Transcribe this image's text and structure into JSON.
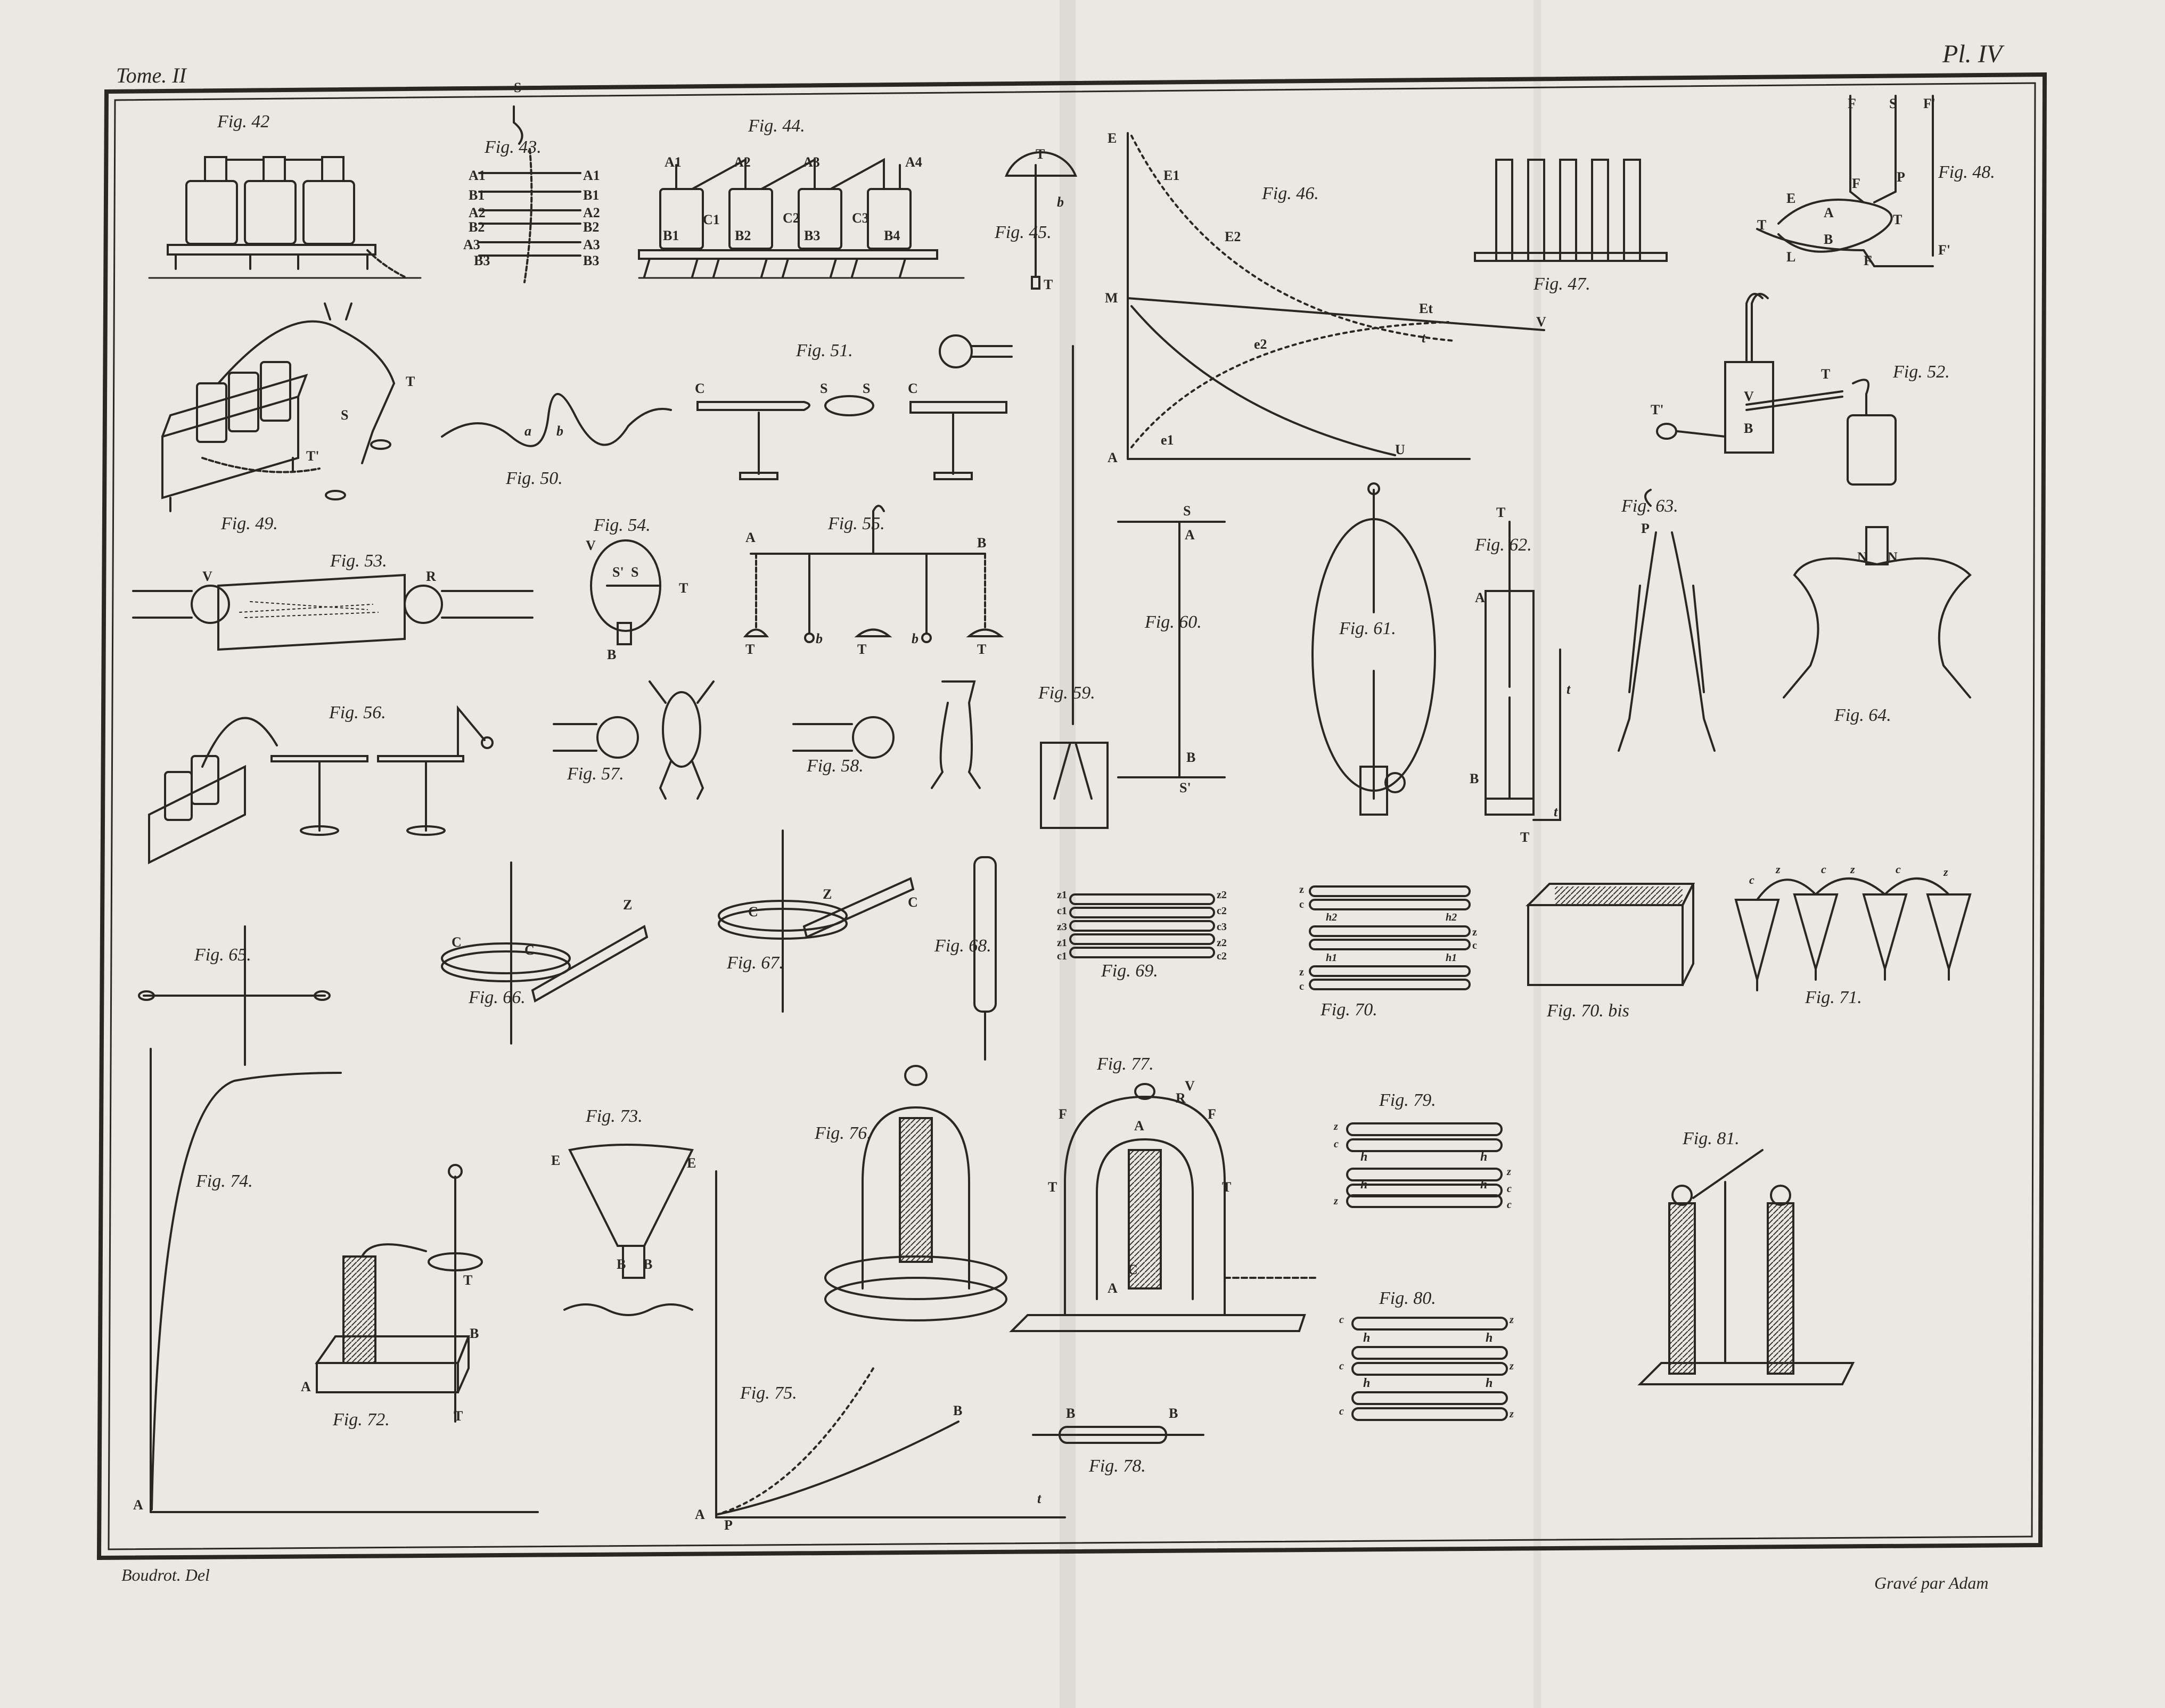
{
  "header": {
    "volume": "Tome. II",
    "plate": "Pl. IV"
  },
  "footer": {
    "draftsman": "Boudrot. Del",
    "engraver": "Gravé par Adam"
  },
  "figures": [
    "Fig. 42",
    "Fig. 43.",
    "Fig. 44.",
    "Fig. 45.",
    "Fig. 46.",
    "Fig. 47.",
    "Fig. 48.",
    "Fig. 49.",
    "Fig. 50.",
    "Fig. 51.",
    "Fig. 52.",
    "Fig. 53.",
    "Fig. 54.",
    "Fig. 55.",
    "Fig. 56.",
    "Fig. 57.",
    "Fig. 58.",
    "Fig. 59.",
    "Fig. 60.",
    "Fig. 61.",
    "Fig. 62.",
    "Fig. 63.",
    "Fig. 64.",
    "Fig. 65.",
    "Fig. 66.",
    "Fig. 67.",
    "Fig. 68.",
    "Fig. 69.",
    "Fig. 70.",
    "Fig. 70. bis",
    "Fig. 71.",
    "Fig. 72.",
    "Fig. 73.",
    "Fig. 74.",
    "Fig. 75.",
    "Fig. 76.",
    "Fig. 77.",
    "Fig. 78.",
    "Fig. 79.",
    "Fig. 80.",
    "Fig. 81."
  ],
  "letters": {
    "fig43": [
      "S",
      "A1",
      "A1",
      "B1",
      "B1",
      "A2",
      "A2",
      "B2",
      "B2",
      "A3",
      "A3",
      "B3",
      "B3"
    ],
    "fig44": [
      "A1",
      "A2",
      "A3",
      "A4",
      "B1",
      "B2",
      "B3",
      "B4",
      "C1",
      "C2",
      "C3"
    ],
    "fig45": [
      "T",
      "b",
      "T"
    ],
    "fig46": [
      "E",
      "E1",
      "E2",
      "M",
      "Et",
      "V",
      "e2",
      "e1",
      "A",
      "U",
      "t"
    ],
    "fig48": [
      "F",
      "S",
      "F'",
      "P",
      "F",
      "E",
      "A",
      "T",
      "T",
      "B",
      "L",
      "F",
      "F'"
    ],
    "fig49": [
      "T",
      "S",
      "T'"
    ],
    "fig50": [
      "a",
      "b"
    ],
    "fig51": [
      "C",
      "S",
      "S",
      "C"
    ],
    "fig52": [
      "V",
      "T",
      "T'",
      "B"
    ],
    "fig53": [
      "V",
      "R"
    ],
    "fig54": [
      "V",
      "S'",
      "S",
      "T",
      "B"
    ],
    "fig55": [
      "A",
      "B",
      "T",
      "b",
      "T",
      "b",
      "T"
    ],
    "fig60": [
      "S",
      "A",
      "B",
      "S'"
    ],
    "fig62": [
      "T",
      "A",
      "t",
      "B",
      "T",
      "t"
    ],
    "fig63": [
      "P"
    ],
    "fig64": [
      "N",
      "N"
    ],
    "fig66": [
      "C",
      "C",
      "Z"
    ],
    "fig67": [
      "C",
      "Z",
      "C"
    ],
    "fig69": [
      "z1",
      "c1",
      "z2",
      "c2",
      "z3",
      "c3",
      "z1",
      "c1",
      "z2",
      "c2"
    ],
    "fig70": [
      "z",
      "c",
      "h2",
      "h2",
      "z",
      "c",
      "h1",
      "h1",
      "z",
      "c"
    ],
    "fig71": [
      "c",
      "z",
      "c",
      "z",
      "c",
      "z"
    ],
    "fig72": [
      "T",
      "B",
      "A",
      "T"
    ],
    "fig73": [
      "E",
      "E",
      "B",
      "B"
    ],
    "fig74": [
      "A"
    ],
    "fig75": [
      "B",
      "A",
      "P",
      "t"
    ],
    "fig77": [
      "V",
      "R",
      "F",
      "F",
      "A",
      "T",
      "T",
      "C",
      "A"
    ],
    "fig78": [
      "B",
      "B"
    ],
    "fig79": [
      "z",
      "c",
      "h",
      "h",
      "z",
      "c",
      "h",
      "h",
      "z",
      "c"
    ],
    "fig80": [
      "c",
      "z",
      "h",
      "h",
      "c",
      "z",
      "h",
      "h",
      "c",
      "z"
    ]
  }
}
